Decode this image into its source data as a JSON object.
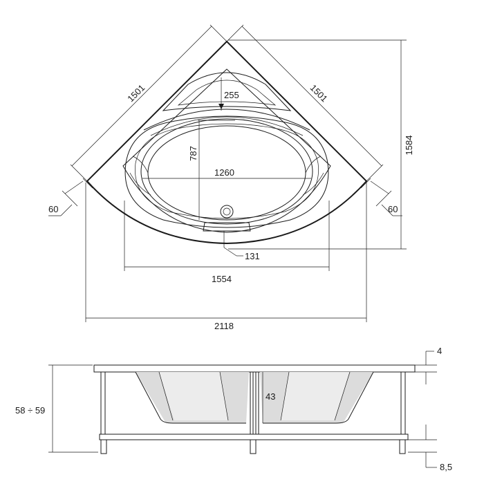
{
  "colors": {
    "line": "#1a1a1a",
    "background": "#ffffff",
    "shade": "#dcdcdc"
  },
  "top_view": {
    "dim_side_left": "1501",
    "dim_side_right": "1501",
    "dim_depth_total": "1584",
    "dim_rim_back": "255",
    "dim_inner_depth": "787",
    "dim_inner_width": "1260",
    "dim_corner_left": "60",
    "dim_corner_right": "60",
    "dim_rim_front": "131",
    "dim_width_inner": "1554",
    "dim_width_total": "2118"
  },
  "side_view": {
    "dim_height_total": "58 ÷ 59",
    "dim_rim_thickness": "4",
    "dim_inner_height": "43",
    "dim_feet": "8,5"
  }
}
